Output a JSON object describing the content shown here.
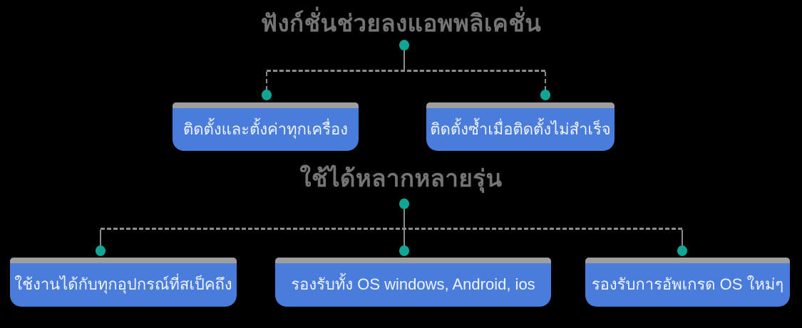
{
  "colors": {
    "background": "#000000",
    "title_text": "#757575",
    "connector": "#8c8c8c",
    "node_dot": "#0fa695",
    "box_fill": "#4a7cdb",
    "box_top_strip": "#9e9e9e",
    "box_text": "#eef3ff"
  },
  "sections": [
    {
      "title": "ฟังก์ชั่นช่วยลงแอพพลิเคชั่น",
      "children": [
        {
          "label": "ติดตั้งและตั้งค่าทุกเครื่อง"
        },
        {
          "label": "ติดตั้งซ้ำเมื่อติดตั้งไม่สำเร็จ"
        }
      ]
    },
    {
      "title": "ใช้ได้หลากหลายรุ่น",
      "children": [
        {
          "label": "ใช้งานได้กับทุกอุปกรณ์ที่สเป็คถึง"
        },
        {
          "label": "รองรับทั้ง OS windows, Android, ios"
        },
        {
          "label": "รองรับการอัพเกรด OS ใหม่ๆ"
        }
      ]
    }
  ]
}
